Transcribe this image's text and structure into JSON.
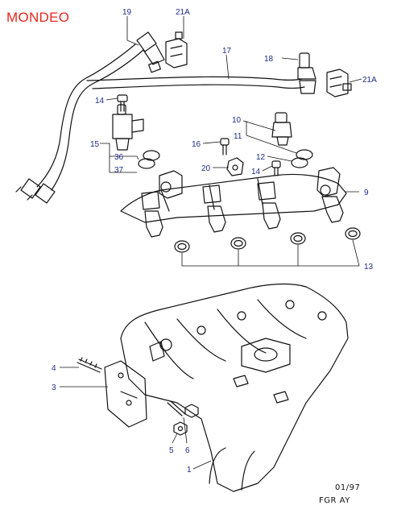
{
  "title": "MONDEO",
  "footer": {
    "date": "01/97",
    "code": "FGR  AY"
  },
  "colors": {
    "title": "#e8271f",
    "callout_text": "#1d2b8a",
    "line": "#111111"
  },
  "callouts": {
    "c19": "19",
    "c21a_top": "21A",
    "c17": "17",
    "c18": "18",
    "c21a_right": "21A",
    "c14_left": "14",
    "c10": "10",
    "c11": "11",
    "c12": "12",
    "c16": "16",
    "c15": "15",
    "c36": "36",
    "c37": "37",
    "c20": "20",
    "c14_mid": "14",
    "c9": "9",
    "c13": "13",
    "c4": "4",
    "c3": "3",
    "c5": "5",
    "c6": "6",
    "c1": "1"
  }
}
